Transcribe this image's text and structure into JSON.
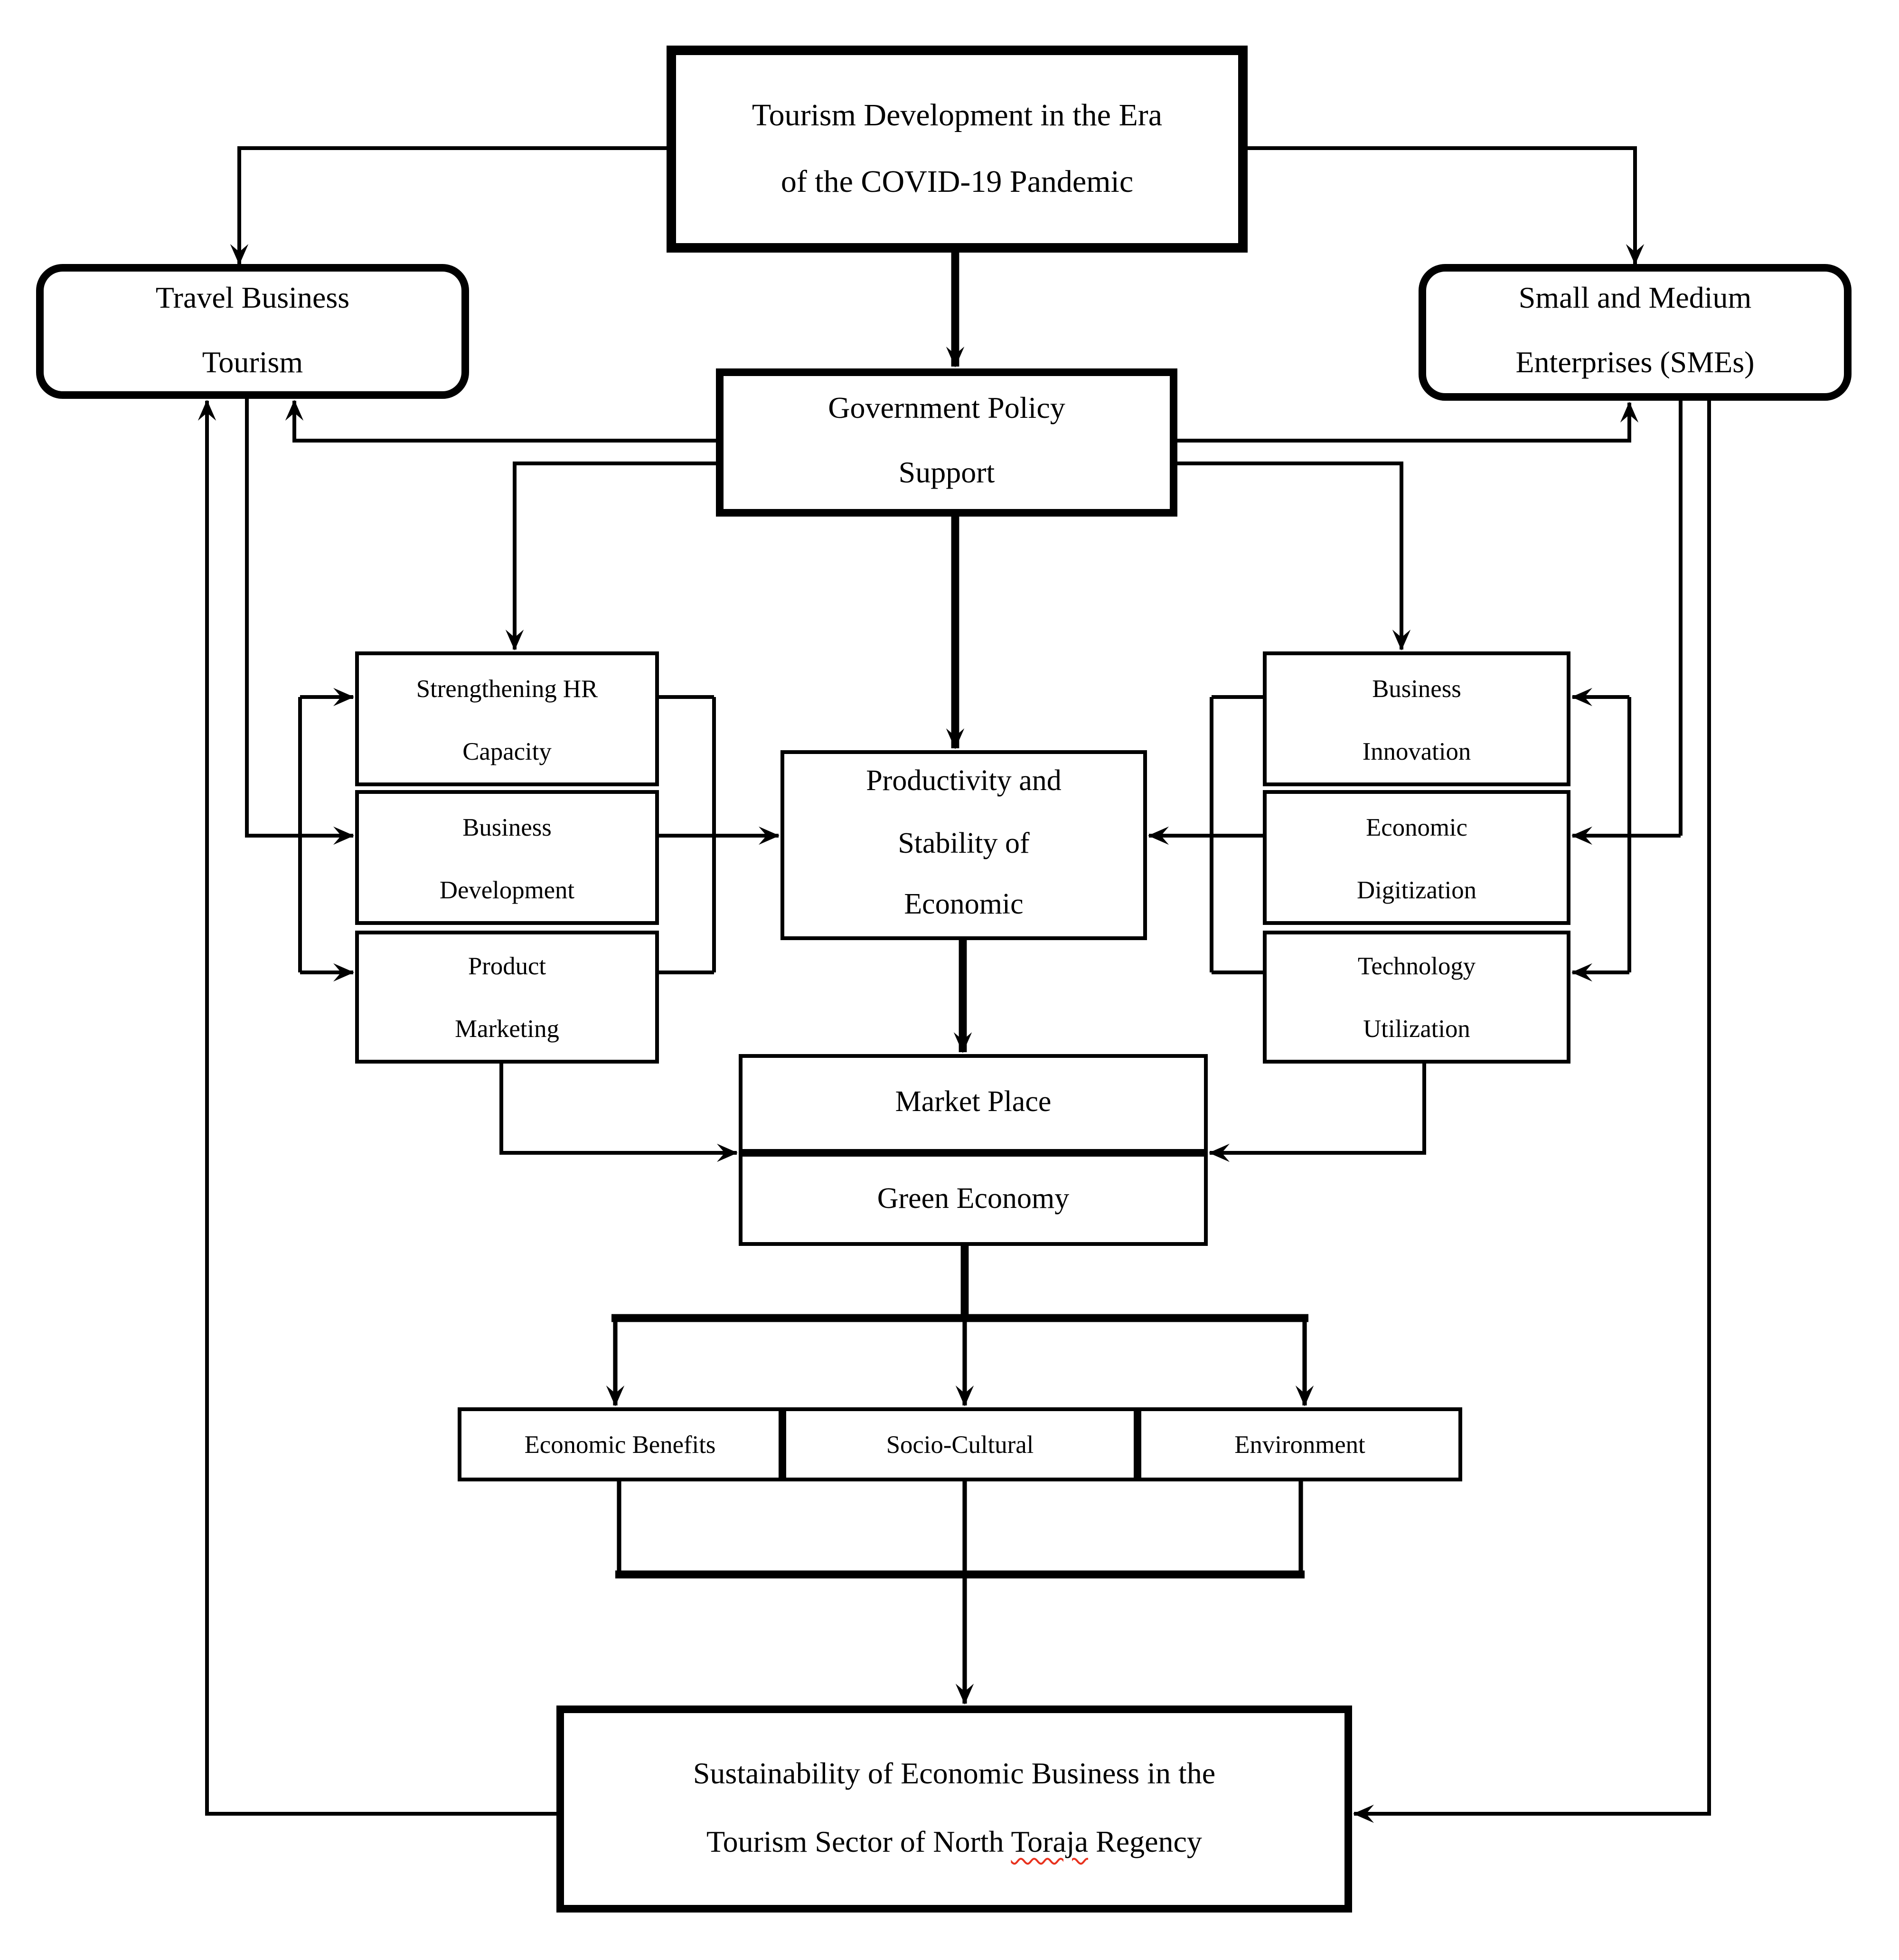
{
  "diagram": {
    "nodes": {
      "tourism_development": {
        "label": "Tourism Development in the Era of the COVID-19 Pandemic"
      },
      "travel_business_tourism": {
        "label": "Travel Business Tourism"
      },
      "smes": {
        "label": "Small and Medium Enterprises (SMEs)"
      },
      "government_policy_support": {
        "label": "Government Policy Support"
      },
      "strengthening_hr_capacity": {
        "label": "Strengthening HR Capacity"
      },
      "business_development": {
        "label": "Business Development"
      },
      "product_marketing": {
        "label": "Product Marketing"
      },
      "productivity_stability": {
        "label": "Productivity and Stability of Economic"
      },
      "business_innovation": {
        "label": "Business Innovation"
      },
      "economic_digitization": {
        "label": "Economic Digitization"
      },
      "technology_utilization": {
        "label": "Technology Utilization"
      },
      "market_place": {
        "label": "Market Place"
      },
      "green_economy": {
        "label": "Green Economy"
      },
      "economic_benefits": {
        "label": "Economic Benefits"
      },
      "socio_cultural": {
        "label": "Socio-Cultural"
      },
      "environment": {
        "label": "Environment"
      }
    },
    "sustainability": {
      "part1": "Sustainability of Economic Business in the Tourism Sector of North",
      "misspelled_word": "Toraja",
      "part2": "Regency"
    },
    "colors": {
      "line": "#000000",
      "background": "#ffffff",
      "spellcheck_underline": "#e8321e"
    }
  }
}
